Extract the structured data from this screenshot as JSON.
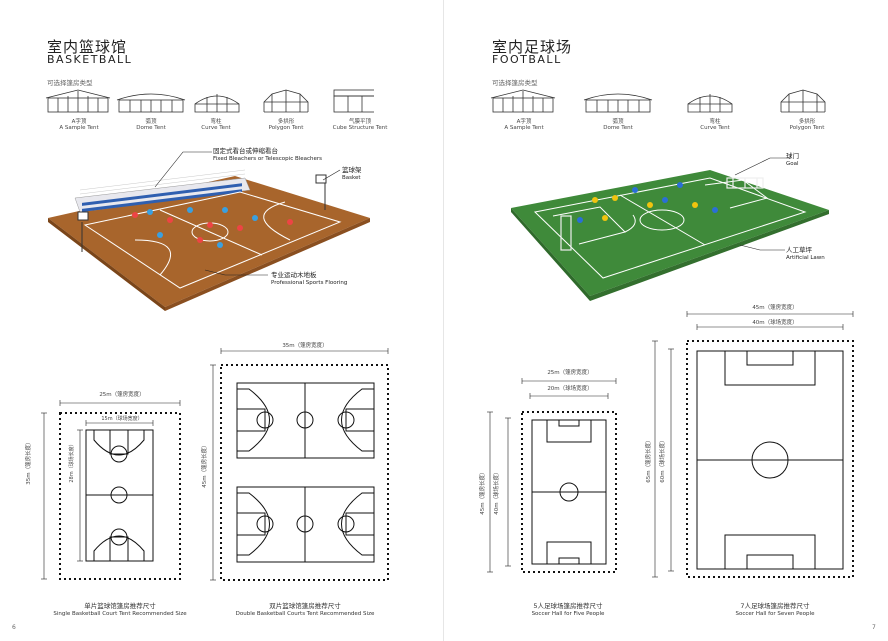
{
  "left": {
    "title_cn": "室内篮球馆",
    "title_en": "BASKETBALL",
    "tent_section_label": "可选择篷房类型",
    "tents": [
      {
        "cn": "A字顶",
        "en": "A Sample Tent",
        "icon": "a-frame-tent-icon"
      },
      {
        "cn": "弧顶",
        "en": "Dome Tent",
        "icon": "dome-tent-icon"
      },
      {
        "cn": "弯柱",
        "en": "Curve Tent",
        "icon": "curve-tent-icon"
      },
      {
        "cn": "多拱形",
        "en": "Polygon Tent",
        "icon": "polygon-tent-icon"
      },
      {
        "cn": "气膜平顶",
        "en": "Cube Structure Tent",
        "icon": "cube-tent-icon"
      }
    ],
    "callouts": {
      "bleachers_cn": "固定式看台或伸缩看台",
      "bleachers_en": "Fixed Bleachers or Telescopic Bleachers",
      "basket_cn": "篮球架",
      "basket_en": "Basket",
      "floor_cn": "专业运动木地板",
      "floor_en": "Professional Sports Flooring"
    },
    "single": {
      "tent_width": "25m（篷房宽度）",
      "court_width": "15m（球场宽度）",
      "tent_length": "35m（篷房长度）",
      "court_length": "28m（球场长度）",
      "caption_cn": "单片篮球馆篷房推荐尺寸",
      "caption_en": "Single Basketball Court Tent Recommended Size"
    },
    "double": {
      "tent_width": "35m（篷房宽度）",
      "tent_length": "45m（篷房长度）",
      "caption_cn": "双片篮球馆篷房推荐尺寸",
      "caption_en": "Double Basketball Courts Tent Recommended Size"
    },
    "page_number": "6"
  },
  "right": {
    "title_cn": "室内足球场",
    "title_en": "FOOTBALL",
    "tent_section_label": "可选择篷房类型",
    "tents": [
      {
        "cn": "A字顶",
        "en": "A Sample Tent",
        "icon": "a-frame-tent-icon"
      },
      {
        "cn": "弧顶",
        "en": "Dome Tent",
        "icon": "dome-tent-icon"
      },
      {
        "cn": "弯柱",
        "en": "Curve Tent",
        "icon": "curve-tent-icon"
      },
      {
        "cn": "多拱形",
        "en": "Polygon Tent",
        "icon": "polygon-tent-icon"
      }
    ],
    "callouts": {
      "goal_cn": "球门",
      "goal_en": "Goal",
      "lawn_cn": "人工草坪",
      "lawn_en": "Artificial Lawn"
    },
    "five": {
      "tent_width": "25m（篷房宽度）",
      "court_width": "20m（球场宽度）",
      "tent_length": "45m（篷房长度）",
      "court_length": "40m（球场长度）",
      "caption_cn": "5人足球场篷房推荐尺寸",
      "caption_en": "Soccer Hall for Five People"
    },
    "seven": {
      "tent_width": "45m（篷房宽度）",
      "court_width": "40m（球场宽度）",
      "tent_length": "65m（篷房长度）",
      "court_length": "60m（球场长度）",
      "caption_cn": "7人足球场篷房推荐尺寸",
      "caption_en": "Soccer Hall for Seven People"
    },
    "page_number": "7"
  },
  "colors": {
    "wood": "#a8652c",
    "grass": "#3f8a3a",
    "line": "#222222"
  }
}
